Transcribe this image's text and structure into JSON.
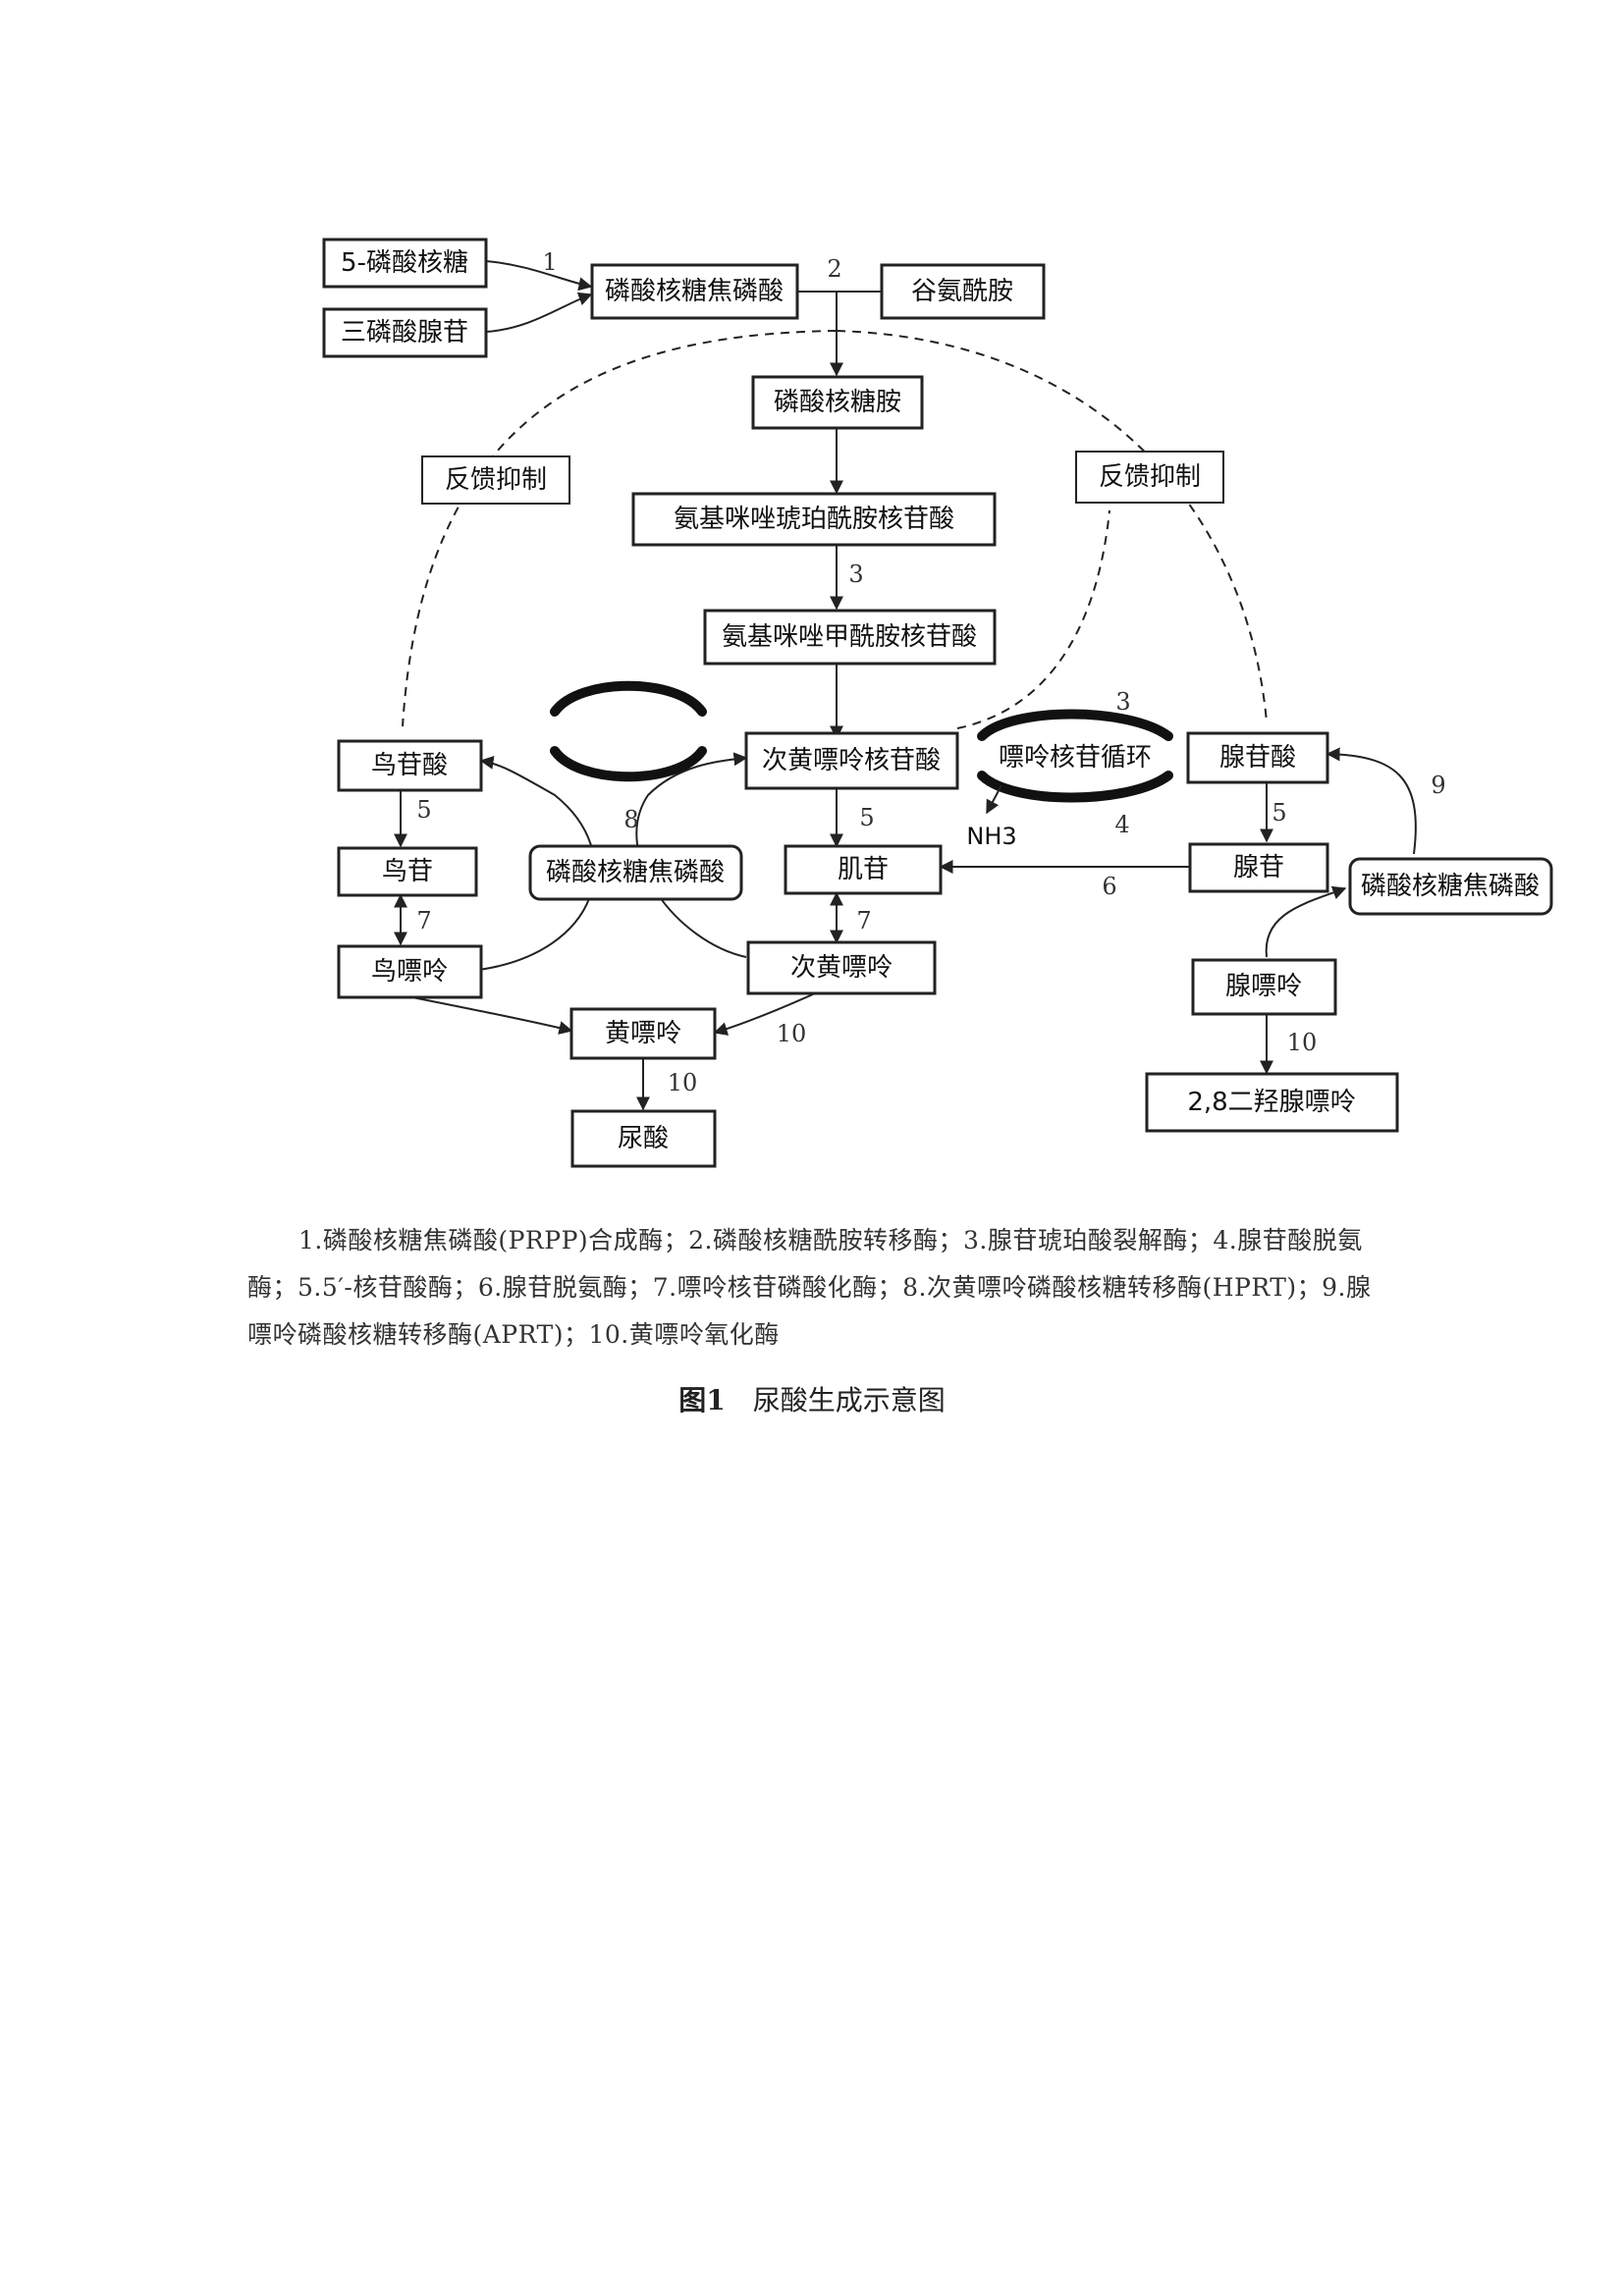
{
  "nodes": {
    "ribose5p": "5-磷酸核糖",
    "atp": "三磷酸腺苷",
    "prpp_top": "磷酸核糖焦磷酸",
    "glutamine": "谷氨酰胺",
    "pra": "磷酸核糖胺",
    "saicar": "氨基咪唑琥珀酰胺核苷酸",
    "aicar": "氨基咪唑甲酰胺核苷酸",
    "feedback_left": "反馈抑制",
    "feedback_right": "反馈抑制",
    "gmp": "鸟苷酸",
    "imp": "次黄嘌呤核苷酸",
    "cycle": "嘌呤核苷循环",
    "amp": "腺苷酸",
    "guanosine": "鸟苷",
    "prpp_mid": "磷酸核糖焦磷酸",
    "inosine": "肌苷",
    "adenosine": "腺苷",
    "prpp_right": "磷酸核糖焦磷酸",
    "guanine": "鸟嘌呤",
    "hypoxanthine": "次黄嘌呤",
    "adenine": "腺嘌呤",
    "xanthine": "黄嘌呤",
    "dha": "2,8二羟腺嘌呤",
    "uric_acid": "尿酸",
    "nh3": "NH3"
  },
  "enzyme_labels": {
    "e1": "1",
    "e2": "2",
    "e3_left": "3",
    "e3_right": "3",
    "e4": "4",
    "e5_left": "5",
    "e5_mid": "5",
    "e5_right": "5",
    "e6": "6",
    "e7_left": "7",
    "e7_mid": "7",
    "e8": "8",
    "e9": "9",
    "e10_left": "10",
    "e10_bottom": "10",
    "e10_right": "10"
  },
  "caption": "1.磷酸核糖焦磷酸(PRPP)合成酶；2.磷酸核糖酰胺转移酶；3.腺苷琥珀酸裂解酶；4.腺苷酸脱氨酶；5.5′-核苷酸酶；6.腺苷脱氨酶；7.嘌呤核苷磷酸化酶；8.次黄嘌呤磷酸核糖转移酶(HPRT)；9.腺嘌呤磷酸核糖转移酶(APRT)；10.黄嘌呤氧化酶",
  "figure": {
    "number": "图1",
    "title": "尿酸生成示意图"
  }
}
